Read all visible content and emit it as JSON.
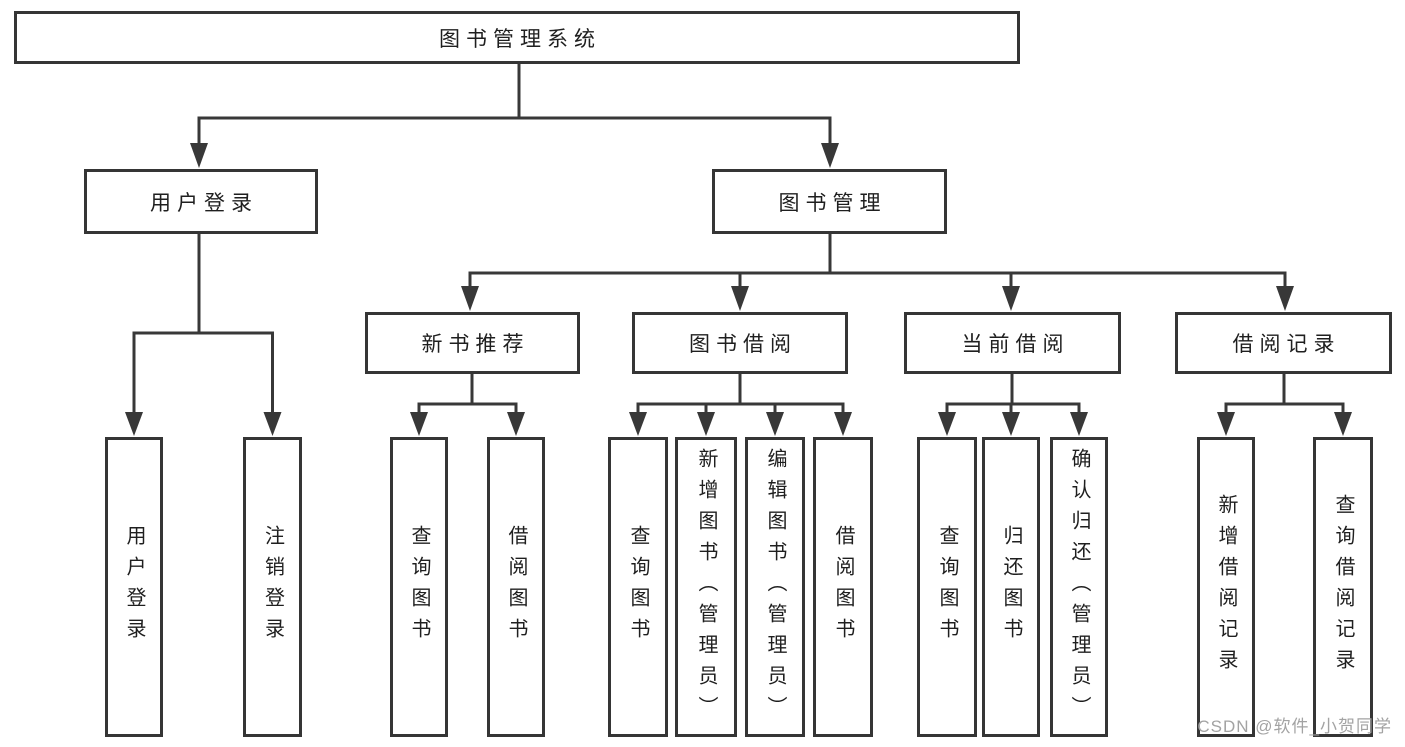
{
  "tree": {
    "root": {
      "label": "图书管理系统",
      "children": [
        {
          "label": "用户登录",
          "children": [
            {
              "label": "用户登录"
            },
            {
              "label": "注销登录"
            }
          ]
        },
        {
          "label": "图书管理",
          "children": [
            {
              "label": "新书推荐",
              "children": [
                {
                  "label": "查询图书"
                },
                {
                  "label": "借阅图书"
                }
              ]
            },
            {
              "label": "图书借阅",
              "children": [
                {
                  "label": "查询图书"
                },
                {
                  "label": "新增图书（管理员）"
                },
                {
                  "label": "编辑图书（管理员）"
                },
                {
                  "label": "借阅图书"
                }
              ]
            },
            {
              "label": "当前借阅",
              "children": [
                {
                  "label": "查询图书"
                },
                {
                  "label": "归还图书"
                },
                {
                  "label": "确认归还（管理员）"
                }
              ]
            },
            {
              "label": "借阅记录",
              "children": [
                {
                  "label": "新增借阅记录"
                },
                {
                  "label": "查询借阅记录"
                }
              ]
            }
          ]
        }
      ]
    }
  },
  "watermark": {
    "text": "CSDN @软件_小贺同学"
  },
  "colors": {
    "line": "#383838",
    "box_border": "#353535",
    "text": "#1f1f1f",
    "watermark": "#a3a3a3",
    "background": "#ffffff"
  }
}
